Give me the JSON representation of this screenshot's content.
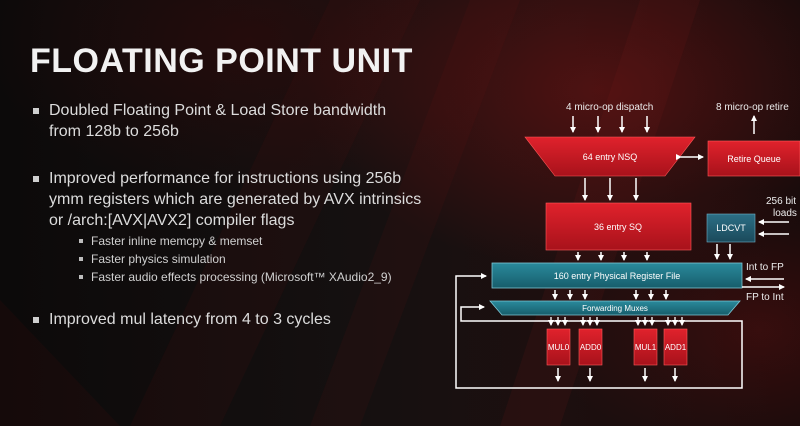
{
  "slide": {
    "title": "FLOATING POINT UNIT",
    "bullets": [
      {
        "text": "Doubled Floating Point & Load Store bandwidth from 128b to 256b"
      },
      {
        "text": "Improved performance for instructions using 256b ymm registers which are generated by AVX intrinsics or /arch:[AVX|AVX2] compiler flags"
      },
      {
        "text": "Improved mul latency from 4 to 3 cycles"
      }
    ],
    "sub_bullets": [
      "Faster inline memcpy & memset",
      "Faster physics simulation",
      "Faster audio effects processing (Microsoft™ XAudio2_9)"
    ]
  },
  "diagram": {
    "dispatch_label": "4 micro-op dispatch",
    "retire_label": "8 micro-op retire",
    "nsq_label": "64 entry NSQ",
    "retire_queue_label": "Retire Queue",
    "sq_label": "36 entry SQ",
    "loads_label_line1": "256 bit",
    "loads_label_line2": "loads",
    "ldcvt_label": "LDCVT",
    "prf_label": "160 entry Physical Register File",
    "int_to_fp_label": "Int to FP",
    "fp_to_int_label": "FP to Int",
    "muxes_label": "Forwarding Muxes",
    "units": [
      "MUL0",
      "ADD0",
      "MUL1",
      "ADD1"
    ]
  },
  "colors": {
    "red_block": "#c21a24",
    "teal_block": "#1d6f80",
    "arrow": "#ffffff"
  }
}
